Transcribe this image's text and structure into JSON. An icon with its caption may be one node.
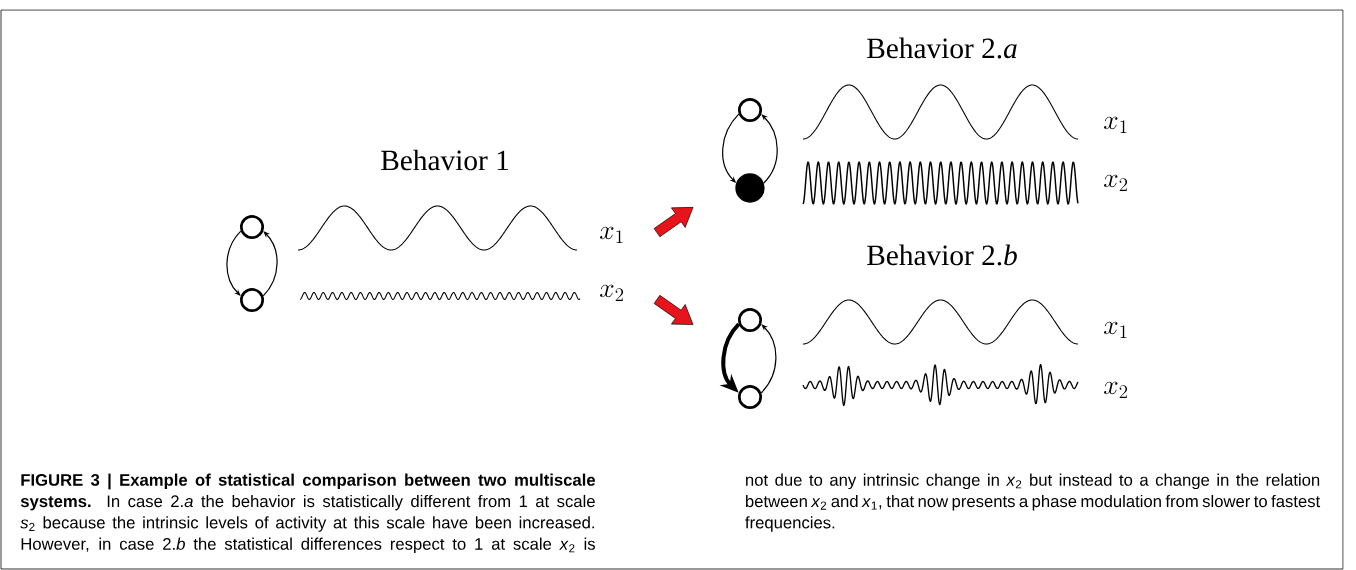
{
  "diagram": {
    "nodes": [
      {
        "text": [],
        "shape": "circle"
      },
      {
        "text": [],
        "shape": "circle"
      },
      {
        "text": [],
        "shape": "circle"
      },
      {
        "text": [],
        "shape": "dot"
      },
      {
        "text": [],
        "shape": "circle"
      },
      {
        "text": [],
        "shape": "circle"
      }
    ],
    "edges": [
      {
        "from": 0,
        "to": 1,
        "arrow": "to"
      },
      {
        "from": 1,
        "to": 0,
        "arrow": "to"
      },
      {
        "from": 2,
        "to": 3,
        "arrow": "to"
      },
      {
        "from": 3,
        "to": 2,
        "arrow": "to"
      },
      {
        "from": 4,
        "to": 5,
        "arrow": "to",
        "style": "thick"
      },
      {
        "from": 5,
        "to": 4,
        "arrow": "to"
      }
    ],
    "labels": [
      "Behavior 1",
      "x_{1}",
      "x_{2}",
      "Behavior 2.*a*",
      "x_{1}",
      "x_{2}",
      "Behavior 2.*b*",
      "x_{1}",
      "x_{2}"
    ],
    "caption": "**FIGURE 3 | Example of statistical comparison between two multiscale systems.** In case 2.*a* the behavior is statistically different from 1 at scale *s*$_{2}$ because the intrinsic levels of activity at this scale have been increased. However, in case 2.*b* the statistical differences respect to 1 at scale *x*$_{2}$ is not due to any intrinsic change in *x*$_{2}$ but instead to a change in the relation between *x*$_{2}$ and *x*$_{1}$, that now presents a phase modulation from slower to fastest frequencies."
  }
}
